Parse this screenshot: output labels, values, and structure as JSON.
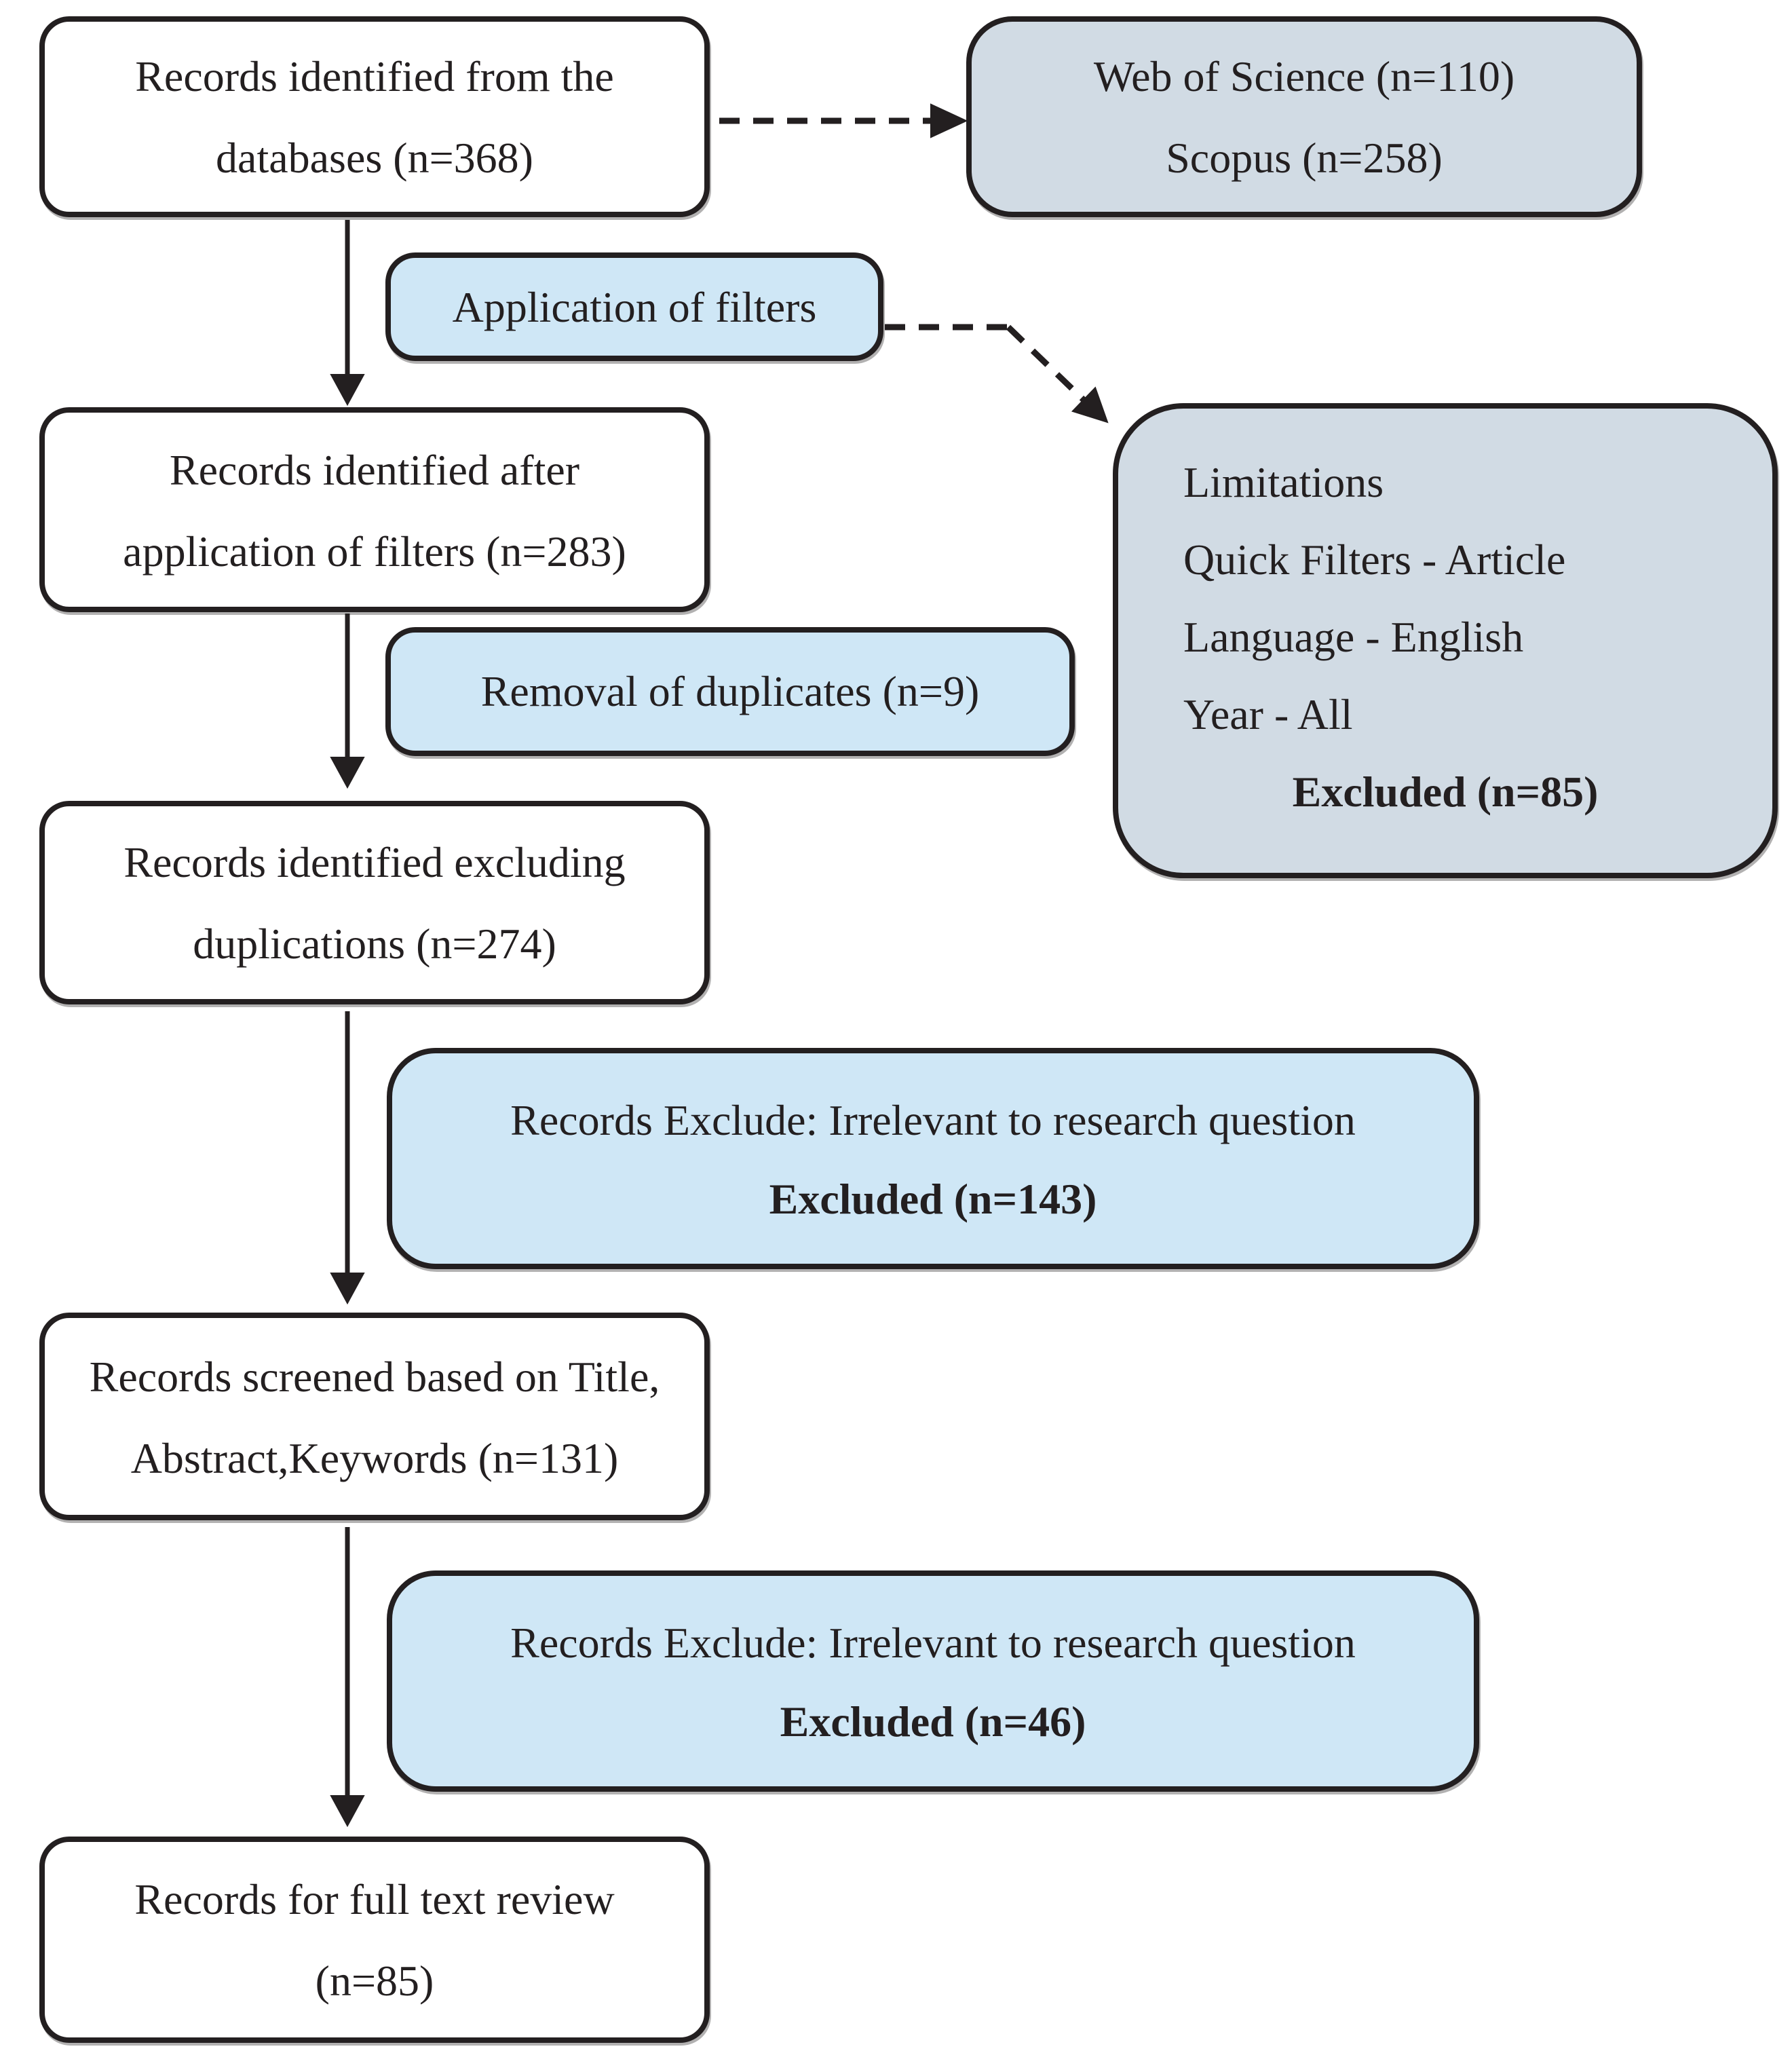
{
  "diagram": {
    "colors": {
      "border": "#231f20",
      "ink": "#231f20",
      "white_box": "#ffffff",
      "gray_blue_box": "#d1dbe4",
      "light_blue_box": "#cfe7f6"
    },
    "boxes": {
      "identified": {
        "line1": "Records identified from the",
        "line2": "databases (n=368)"
      },
      "sources": {
        "line1": "Web of Science (n=110)",
        "line2": "Scopus (n=258)"
      },
      "filters": {
        "label": "Application of filters"
      },
      "after_filters": {
        "line1": "Records identified after",
        "line2": "application of filters (n=283)"
      },
      "limitations": {
        "lines": [
          "Limitations",
          "Quick Filters - Article",
          "Language - English",
          "Year - All"
        ],
        "excluded": "Excluded (n=85)"
      },
      "removal": {
        "label": "Removal of duplicates (n=9)"
      },
      "excluding_dups": {
        "line1": "Records identified excluding",
        "line2": "duplications (n=274)"
      },
      "exclude1": {
        "line1": "Records Exclude: Irrelevant to research question",
        "line2": "Excluded (n=143)"
      },
      "screened": {
        "line1": "Records screened based on Title,",
        "line2": "Abstract,Keywords (n=131)"
      },
      "exclude2": {
        "line1": "Records Exclude: Irrelevant to research question",
        "line2": "Excluded (n=46)"
      },
      "full_text": {
        "line1": "Records for full text review",
        "line2": "(n=85)"
      }
    }
  }
}
